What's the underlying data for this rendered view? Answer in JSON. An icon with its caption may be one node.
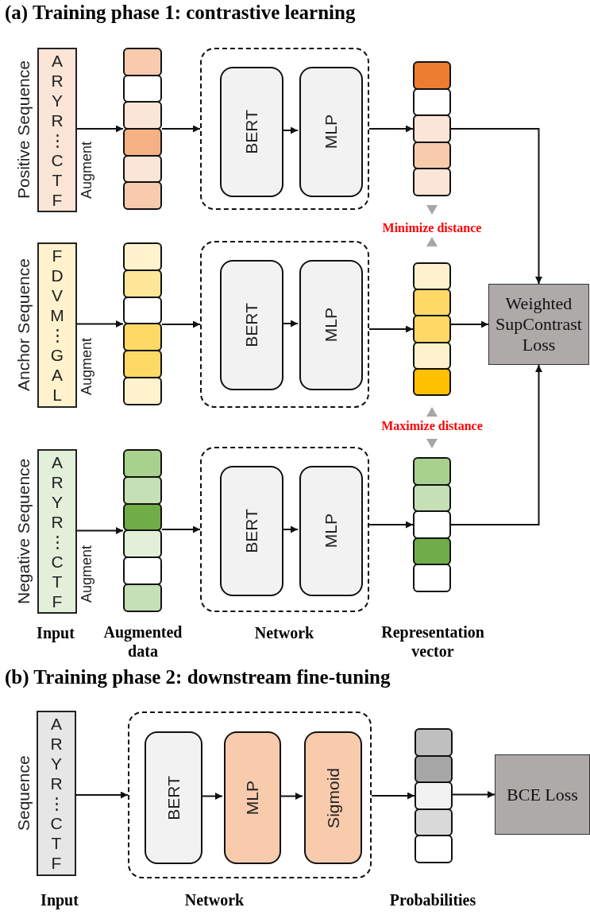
{
  "diagram": {
    "nodes": [
      {
        "text": [
          "Positive Sequence",
          "A R Y R ⋮ C T F"
        ]
      },
      {
        "text": [],
        "shape": "bar"
      },
      {
        "text": [],
        "shape": "box"
      },
      {
        "text": [
          "BERT"
        ],
        "in": 2
      },
      {
        "text": [
          "MLP"
        ],
        "in": 2
      },
      {
        "text": [],
        "shape": "bar"
      },
      {
        "text": [
          "Anchor Sequence",
          "F D V M ⋮ G A L"
        ]
      },
      {
        "text": [],
        "shape": "bar"
      },
      {
        "text": [],
        "shape": "box"
      },
      {
        "text": [
          "BERT"
        ],
        "in": 8
      },
      {
        "text": [
          "MLP"
        ],
        "in": 8
      },
      {
        "text": [],
        "shape": "bar"
      },
      {
        "text": [
          "Weighted SupContrast Loss"
        ]
      },
      {
        "text": [
          "Negative Sequence",
          "A R Y R ⋮ C T F"
        ]
      },
      {
        "text": [],
        "shape": "bar"
      },
      {
        "text": [],
        "shape": "box"
      },
      {
        "text": [
          "BERT"
        ],
        "in": 15
      },
      {
        "text": [
          "MLP"
        ],
        "in": 15
      },
      {
        "text": [],
        "shape": "bar"
      },
      {
        "text": [
          "Sequence",
          "A R Y R ⋮ C T F"
        ]
      },
      {
        "text": [],
        "shape": "box"
      },
      {
        "text": [
          "BERT"
        ],
        "in": 20
      },
      {
        "text": [
          "MLP"
        ],
        "in": 20
      },
      {
        "text": [
          "Sigmoid"
        ],
        "in": 20
      },
      {
        "text": [],
        "shape": "bar"
      },
      {
        "text": [
          "BCE Loss"
        ]
      }
    ],
    "edges": [
      {
        "from": 0,
        "to": 1,
        "arrow": "to",
        "label": "Augment"
      },
      {
        "from": 1,
        "to": 2,
        "arrow": "to"
      },
      {
        "from": 3,
        "to": 4,
        "arrow": "to"
      },
      {
        "from": 2,
        "to": 5,
        "arrow": "to"
      },
      {
        "from": 5,
        "to": 12,
        "arrow": "to"
      },
      {
        "from": 6,
        "to": 7,
        "arrow": "to",
        "label": "Augment"
      },
      {
        "from": 7,
        "to": 8,
        "arrow": "to"
      },
      {
        "from": 9,
        "to": 10,
        "arrow": "to"
      },
      {
        "from": 8,
        "to": 11,
        "arrow": "to"
      },
      {
        "from": 11,
        "to": 12,
        "arrow": "to"
      },
      {
        "from": 13,
        "to": 14,
        "arrow": "to",
        "label": "Augment"
      },
      {
        "from": 14,
        "to": 15,
        "arrow": "to"
      },
      {
        "from": 16,
        "to": 17,
        "arrow": "to"
      },
      {
        "from": 15,
        "to": 18,
        "arrow": "to"
      },
      {
        "from": 18,
        "to": 12,
        "arrow": "to"
      },
      {
        "from": 19,
        "to": 20,
        "arrow": "to"
      },
      {
        "from": 21,
        "to": 22,
        "arrow": "to"
      },
      {
        "from": 22,
        "to": 23,
        "arrow": "to"
      },
      {
        "from": 20,
        "to": 24,
        "arrow": "to"
      },
      {
        "from": 24,
        "to": 25,
        "arrow": "to"
      }
    ],
    "labels": [
      "(a) Training phase 1: contrastive learning",
      "Minimize distance",
      "Maximize distance",
      "Input",
      "Augmented data",
      "Network",
      "Representation vector",
      "(b) Training phase 2: downstream fine-tuning",
      "Input",
      "Network",
      "Probabilities"
    ]
  }
}
